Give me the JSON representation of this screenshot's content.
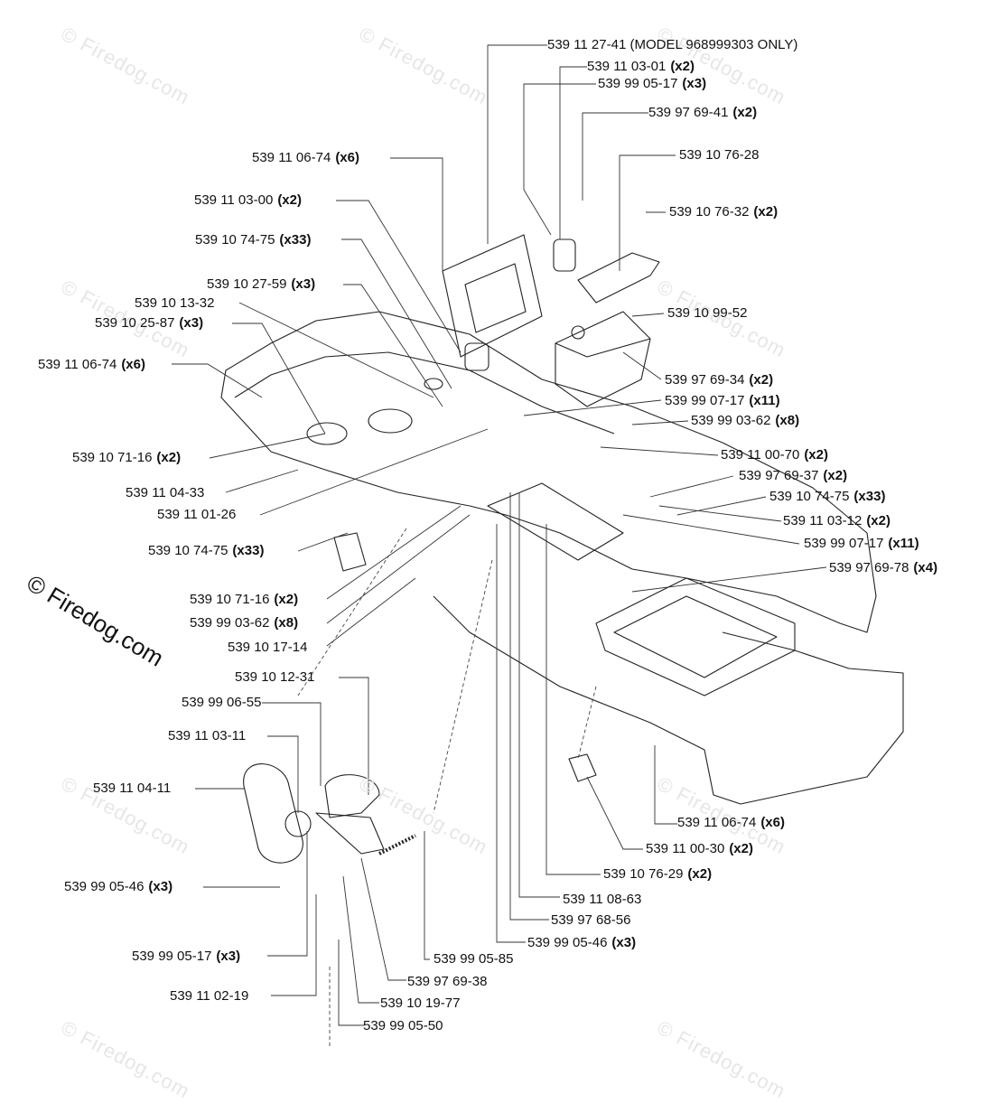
{
  "brand": "© Firedog.com",
  "watermark": "© Firedog.com",
  "labels": [
    {
      "id": "l01",
      "part": "539 11 27-41",
      "note": "(MODEL 968999303 ONLY)",
      "qty": ""
    },
    {
      "id": "l02",
      "part": "539 11 03-01",
      "note": "",
      "qty": "(x2)"
    },
    {
      "id": "l03",
      "part": "539 99 05-17",
      "note": "",
      "qty": "(x3)"
    },
    {
      "id": "l04",
      "part": "539 97 69-41",
      "note": "",
      "qty": "(x2)"
    },
    {
      "id": "l05",
      "part": "539 11 06-74",
      "note": "",
      "qty": "(x6)"
    },
    {
      "id": "l06",
      "part": "539 10 76-28",
      "note": "",
      "qty": ""
    },
    {
      "id": "l07",
      "part": "539 11 03-00",
      "note": "",
      "qty": "(x2)"
    },
    {
      "id": "l08",
      "part": "539 10 76-32",
      "note": "",
      "qty": "(x2)"
    },
    {
      "id": "l09",
      "part": "539 10 74-75",
      "note": "",
      "qty": "(x33)"
    },
    {
      "id": "l10",
      "part": "539 10 27-59",
      "note": "",
      "qty": "(x3)"
    },
    {
      "id": "l11",
      "part": "539 10 13-32",
      "note": "",
      "qty": ""
    },
    {
      "id": "l12",
      "part": "539 10 25-87",
      "note": "",
      "qty": "(x3)"
    },
    {
      "id": "l13",
      "part": "539 10 99-52",
      "note": "",
      "qty": ""
    },
    {
      "id": "l14",
      "part": "539 11 06-74",
      "note": "",
      "qty": "(x6)"
    },
    {
      "id": "l15",
      "part": "539 97 69-34",
      "note": "",
      "qty": "(x2)"
    },
    {
      "id": "l16",
      "part": "539 99 07-17",
      "note": "",
      "qty": "(x11)"
    },
    {
      "id": "l17",
      "part": "539 99 03-62",
      "note": "",
      "qty": "(x8)"
    },
    {
      "id": "l18",
      "part": "539 10 71-16",
      "note": "",
      "qty": "(x2)"
    },
    {
      "id": "l19",
      "part": "539 11 00-70",
      "note": "",
      "qty": "(x2)"
    },
    {
      "id": "l20",
      "part": "539 11 04-33",
      "note": "",
      "qty": ""
    },
    {
      "id": "l21",
      "part": "539 97 69-37",
      "note": "",
      "qty": "(x2)"
    },
    {
      "id": "l22",
      "part": "539 11 01-26",
      "note": "",
      "qty": ""
    },
    {
      "id": "l23",
      "part": "539 10 74-75",
      "note": "",
      "qty": "(x33)"
    },
    {
      "id": "l24",
      "part": "539 11 03-12",
      "note": "",
      "qty": "(x2)"
    },
    {
      "id": "l25",
      "part": "539 10 74-75",
      "note": "",
      "qty": "(x33)"
    },
    {
      "id": "l26",
      "part": "539 99 07-17",
      "note": "",
      "qty": "(x11)"
    },
    {
      "id": "l27",
      "part": "539 97 69-78",
      "note": "",
      "qty": "(x4)"
    },
    {
      "id": "l28",
      "part": "539 10 71-16",
      "note": "",
      "qty": "(x2)"
    },
    {
      "id": "l29",
      "part": "539 99 03-62",
      "note": "",
      "qty": "(x8)"
    },
    {
      "id": "l30",
      "part": "539 10 17-14",
      "note": "",
      "qty": ""
    },
    {
      "id": "l31",
      "part": "539 10 12-31",
      "note": "",
      "qty": ""
    },
    {
      "id": "l32",
      "part": "539 99 06-55",
      "note": "",
      "qty": ""
    },
    {
      "id": "l33",
      "part": "539 11 03-11",
      "note": "",
      "qty": ""
    },
    {
      "id": "l34",
      "part": "539 11 04-11",
      "note": "",
      "qty": ""
    },
    {
      "id": "l35",
      "part": "539 11 06-74",
      "note": "",
      "qty": "(x6)"
    },
    {
      "id": "l36",
      "part": "539 11 00-30",
      "note": "",
      "qty": "(x2)"
    },
    {
      "id": "l37",
      "part": "539 99 05-46",
      "note": "",
      "qty": "(x3)"
    },
    {
      "id": "l38",
      "part": "539 10 76-29",
      "note": "",
      "qty": "(x2)"
    },
    {
      "id": "l39",
      "part": "539 11 08-63",
      "note": "",
      "qty": ""
    },
    {
      "id": "l40",
      "part": "539 97 68-56",
      "note": "",
      "qty": ""
    },
    {
      "id": "l41",
      "part": "539 99 05-46",
      "note": "",
      "qty": "(x3)"
    },
    {
      "id": "l42",
      "part": "539 99 05-17",
      "note": "",
      "qty": "(x3)"
    },
    {
      "id": "l43",
      "part": "539 99 05-85",
      "note": "",
      "qty": ""
    },
    {
      "id": "l44",
      "part": "539 97 69-38",
      "note": "",
      "qty": ""
    },
    {
      "id": "l45",
      "part": "539 11 02-19",
      "note": "",
      "qty": ""
    },
    {
      "id": "l46",
      "part": "539 10 19-77",
      "note": "",
      "qty": ""
    },
    {
      "id": "l47",
      "part": "539 99 05-50",
      "note": "",
      "qty": ""
    }
  ]
}
